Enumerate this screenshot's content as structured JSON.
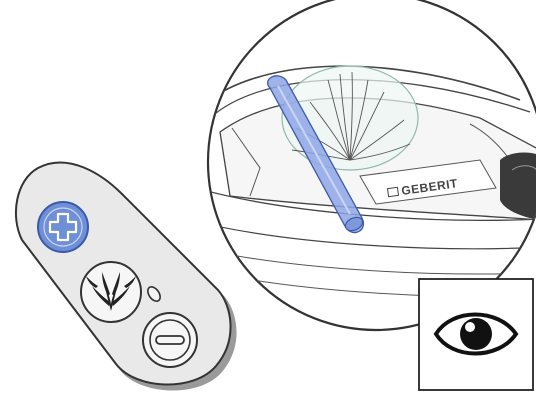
{
  "illustration": {
    "brand_logo_text": "GEBERIT",
    "remote": {
      "buttons": [
        {
          "name": "plus",
          "icon": "plus-icon",
          "state": "highlighted"
        },
        {
          "name": "spray",
          "icon": "spray-icon",
          "state": "normal"
        },
        {
          "name": "minus",
          "icon": "minus-icon",
          "state": "normal"
        }
      ],
      "indicator": "status-led"
    },
    "detail_view": {
      "component": "nozzle-arm",
      "effect": "water-spray"
    },
    "callout": {
      "icon": "eye-icon"
    },
    "colors": {
      "highlight": "#6f8fd6",
      "nozzle": "#8ea6e6",
      "outline": "#333333",
      "remote_body": "#e9e9e9"
    }
  }
}
